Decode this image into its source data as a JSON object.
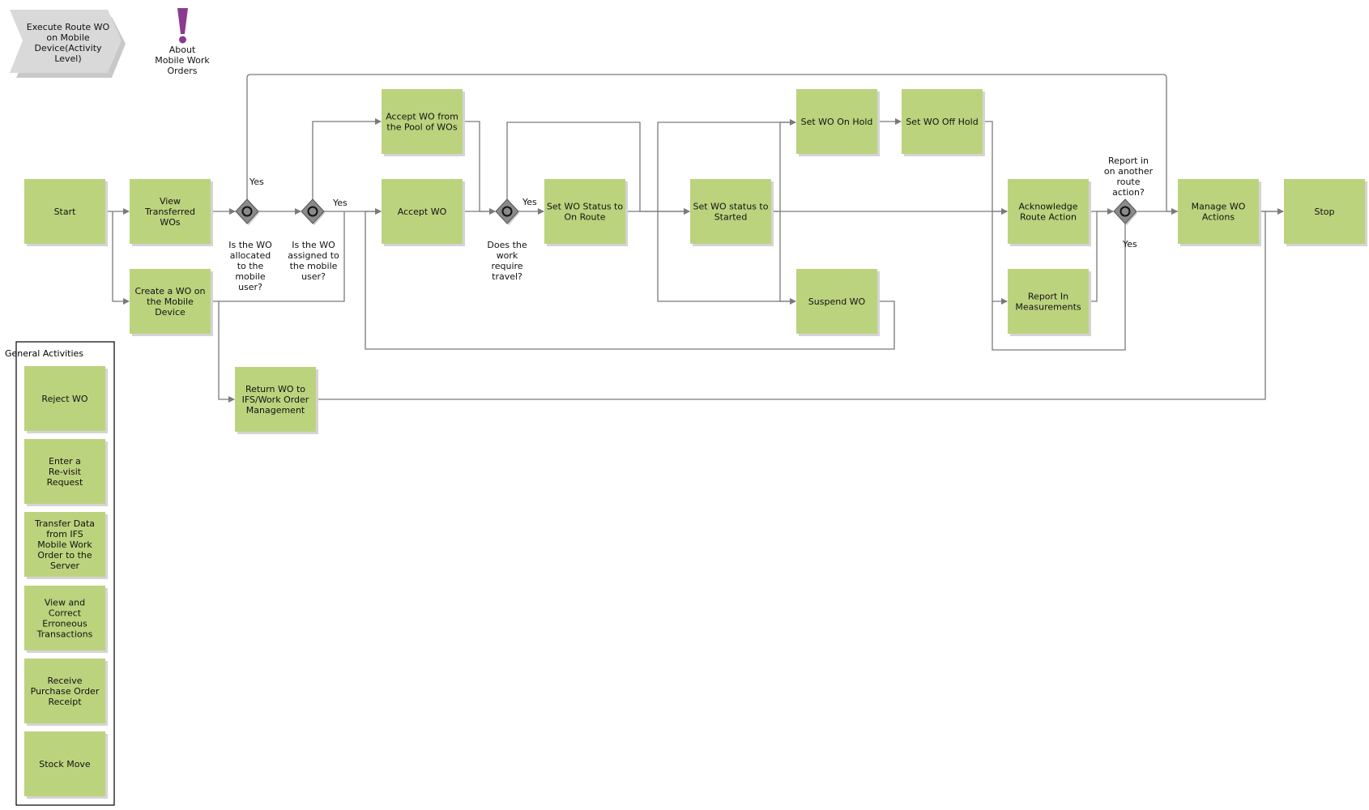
{
  "header": {
    "process_title": "Execute Route WO on Mobile Device(Activity Level)",
    "about_label": "About Mobile Work Orders"
  },
  "activities": {
    "start": "Start",
    "view_transferred": "View Transferred WOs",
    "create_wo": "Create a WO on the Mobile Device",
    "return_wo": "Return WO to IFS/Work Order Management",
    "accept_pool": "Accept WO from the Pool of WOs",
    "accept_wo": "Accept WO",
    "set_on_route": "Set WO Status to On Route",
    "set_started": "Set WO status to Started",
    "set_on_hold": "Set WO On Hold",
    "set_off_hold": "Set WO Off Hold",
    "suspend_wo": "Suspend WO",
    "acknowledge": "Acknowledge Route Action",
    "report_measurements": "Report In Measurements",
    "manage_actions": "Manage WO Actions",
    "stop": "Stop"
  },
  "gateways": {
    "allocated_question": "Is the WO allocated to the mobile user?",
    "assigned_question": "Is the WO assigned to the mobile user?",
    "travel_question": "Does the work require travel?",
    "another_route_question": "Report in on another route action?"
  },
  "flow_labels": {
    "yes1": "Yes",
    "yes2": "Yes",
    "yes3": "Yes",
    "yes4": "Yes"
  },
  "general_activities": {
    "title": "General Activities",
    "items": [
      "Reject WO",
      "Enter a Re-visit Request",
      "Transfer Data from IFS Mobile Work Order to the Server",
      "View and Correct Erroneous Transactions",
      "Receive Purchase Order Receipt",
      "Stock Move"
    ]
  },
  "colors": {
    "activity_fill": "#bcd37e",
    "activity_shadow": "#d4d4d4",
    "gateway_fill": "#8a8a8a",
    "connector": "#7a7a7a",
    "header_shape": "#d9d9d9",
    "annotation_icon": "#8b3a8f"
  }
}
